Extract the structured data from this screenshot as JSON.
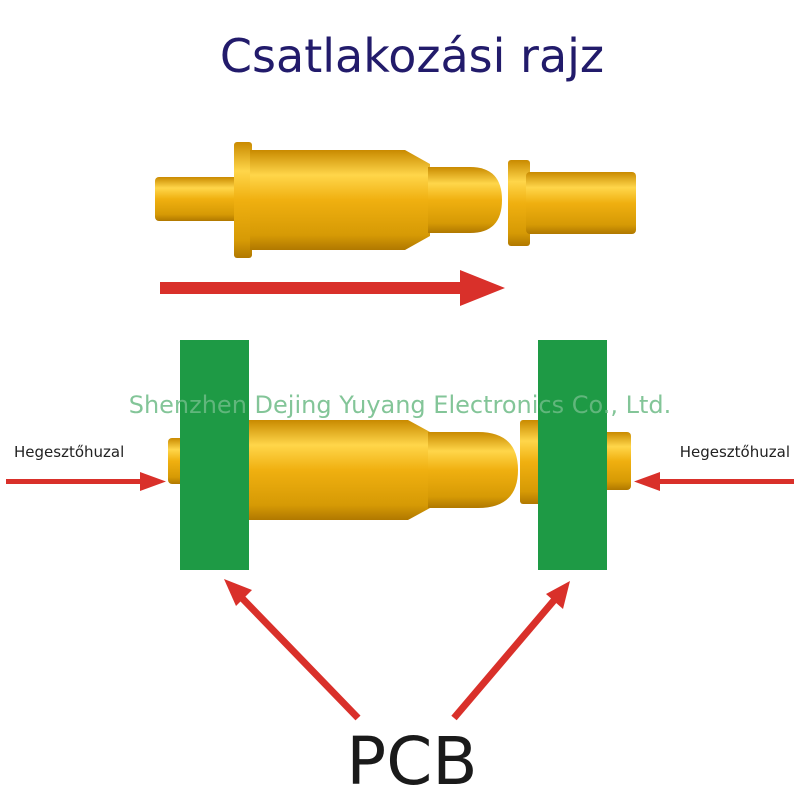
{
  "title": "Csatlakozási rajz",
  "watermark": "Shenzhen Dejing Yuyang Electronics Co., Ltd.",
  "labels": {
    "left_wire": "Hegesztőhuzal",
    "right_wire": "Hegesztőhuzal",
    "pcb": "PCB"
  },
  "colors": {
    "pin_gold": "#f0b010",
    "pin_gold_light": "#ffd64a",
    "pin_gold_dark": "#c98a00",
    "pcb_green": "#1e9a45",
    "arrow_red": "#d9302a",
    "title_blue": "#221b6b"
  },
  "icons": {
    "arrow": "red-arrow",
    "pin": "pogo-pin",
    "target": "target-receptacle"
  }
}
